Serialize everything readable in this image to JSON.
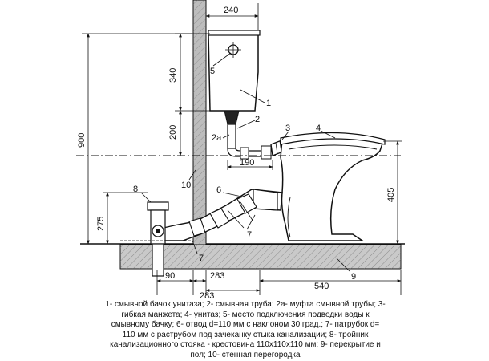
{
  "dimensions": {
    "d240": "240",
    "d340": "340",
    "d900": "900",
    "d200": "200",
    "d190": "190",
    "d405": "405",
    "d275": "275",
    "d90": "90",
    "d283a": "283",
    "d283b": "283",
    "d540": "540"
  },
  "callouts": {
    "c1": "1",
    "c2": "2",
    "c2a": "2а",
    "c3": "3",
    "c4": "4",
    "c5": "5",
    "c6": "6",
    "c7a": "7",
    "c7b": "7",
    "c8": "8",
    "c9": "9",
    "c10": "10"
  },
  "caption": {
    "lines": [
      "1- смывной бачок унитаза;  2- смывная труба; 2а- муфта смывной трубы;  3-",
      "гибкая  манжета;  4- унитаз; 5- место подключения подводки воды к",
      "смывному бачку; 6- отвод d=110 мм с наклоном 30 град.;  7-  патрубок d=",
      "110 мм с раструбом под зачеканку стыка канализации;  8- тройник",
      "канализационного стояка - крестовина 110х110х110 мм;  9- перекрытие и",
      "пол;  10- стенная перегородка"
    ]
  },
  "colors": {
    "line": "#111111",
    "hatch": "#555555",
    "shade": "#bdbdbd"
  }
}
